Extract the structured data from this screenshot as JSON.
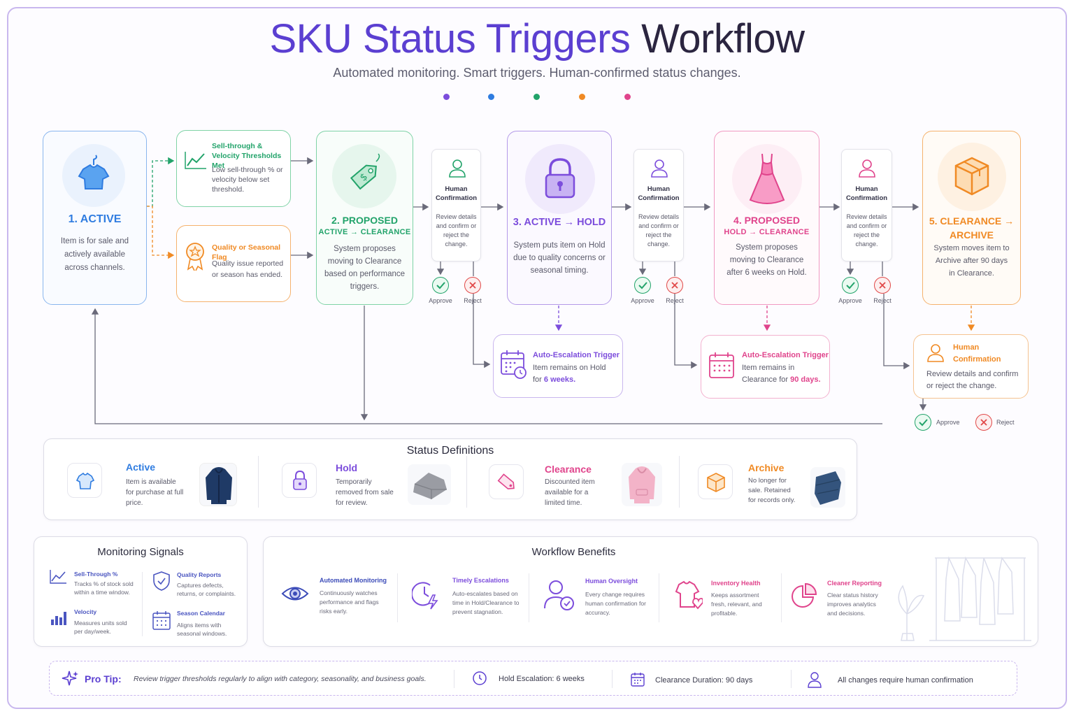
{
  "header": {
    "title_colored": "SKU Status Triggers",
    "title_dark": "Workflow",
    "subtitle": "Automated monitoring. Smart triggers. Human-confirmed status changes.",
    "dot_colors": [
      "#7c4ddc",
      "#2f7ce0",
      "#22a36a",
      "#f08a24",
      "#e0448c"
    ]
  },
  "stages": {
    "active": {
      "title": "1. ACTIVE",
      "desc": "Item is for sale and actively available across channels.",
      "color": "#2f7ce0"
    },
    "proposed_clearance": {
      "title": "2. PROPOSED",
      "sub": "ACTIVE → CLEARANCE",
      "desc": "System proposes moving to Clearance based on performance triggers.",
      "color": "#22a36a"
    },
    "hold": {
      "title": "3. ACTIVE → HOLD",
      "desc": "System puts item on Hold due to quality concerns or seasonal timing.",
      "color": "#7c4ddc"
    },
    "proposed_hold_clearance": {
      "title": "4. PROPOSED",
      "sub": "HOLD → CLEARANCE",
      "desc": "System proposes moving to Clearance after 6 weeks on Hold.",
      "color": "#e0448c"
    },
    "archive": {
      "title": "5. CLEARANCE →",
      "title2": "ARCHIVE",
      "desc": "System moves item to Archive after 90 days in Clearance.",
      "color": "#f08a24"
    }
  },
  "triggers": {
    "sell_through": {
      "title": "Sell-through & Velocity Thresholds Met",
      "desc": "Low sell-through % or velocity below set threshold."
    },
    "quality": {
      "title": "Quality or Seasonal Flag",
      "desc": "Quality issue reported or season has ended."
    }
  },
  "human_confirmation": {
    "title": "Human Confirmation",
    "desc": "Review details and confirm or reject the change.",
    "approve": "Approve",
    "reject": "Reject"
  },
  "escalations": {
    "hold": {
      "title": "Auto-Escalation Trigger",
      "desc": "Item remains on Hold for",
      "highlight": "6 weeks."
    },
    "clearance": {
      "title": "Auto-Escalation Trigger",
      "desc": "Item remains in Clearance for",
      "highlight": "90 days."
    },
    "final_hc": {
      "title": "Human Confirmation",
      "desc": "Review details and confirm or reject the change."
    }
  },
  "definitions": {
    "title": "Status Definitions",
    "items": [
      {
        "name": "Active",
        "desc": "Item is available for purchase at full price.",
        "color": "#2f7ce0"
      },
      {
        "name": "Hold",
        "desc": "Temporarily removed from sale for review.",
        "color": "#7c4ddc"
      },
      {
        "name": "Clearance",
        "desc": "Discounted item available for a limited time.",
        "color": "#e0448c"
      },
      {
        "name": "Archive",
        "desc": "No longer for sale. Retained for records only.",
        "color": "#f08a24"
      }
    ]
  },
  "monitoring": {
    "title": "Monitoring Signals",
    "items": [
      {
        "name": "Sell-Through %",
        "desc": "Tracks % of stock sold within a time window."
      },
      {
        "name": "Quality Reports",
        "desc": "Captures defects, returns, or complaints."
      },
      {
        "name": "Velocity",
        "desc": "Measures units sold per day/week."
      },
      {
        "name": "Season Calendar",
        "desc": "Aligns items with seasonal windows."
      }
    ]
  },
  "benefits": {
    "title": "Workflow Benefits",
    "items": [
      {
        "name": "Automated Monitoring",
        "desc": "Continuously watches performance and flags risks early.",
        "color": "#3b4bb8"
      },
      {
        "name": "Timely Escalations",
        "desc": "Auto-escalates based on time in Hold/Clearance to prevent stagnation.",
        "color": "#7c4ddc"
      },
      {
        "name": "Human Oversight",
        "desc": "Every change requires human confirmation for accuracy.",
        "color": "#7c4ddc"
      },
      {
        "name": "Inventory Health",
        "desc": "Keeps assortment fresh, relevant, and profitable.",
        "color": "#e0448c"
      },
      {
        "name": "Cleaner Reporting",
        "desc": "Clear status history improves analytics and decisions.",
        "color": "#e0448c"
      }
    ]
  },
  "tip": {
    "label": "Pro Tip:",
    "text": "Review trigger thresholds regularly to align with category, seasonality, and business goals.",
    "hold_escalation": "Hold Escalation: 6 weeks",
    "clearance_duration": "Clearance Duration: 90 days",
    "human_note": "All changes require human confirmation"
  }
}
